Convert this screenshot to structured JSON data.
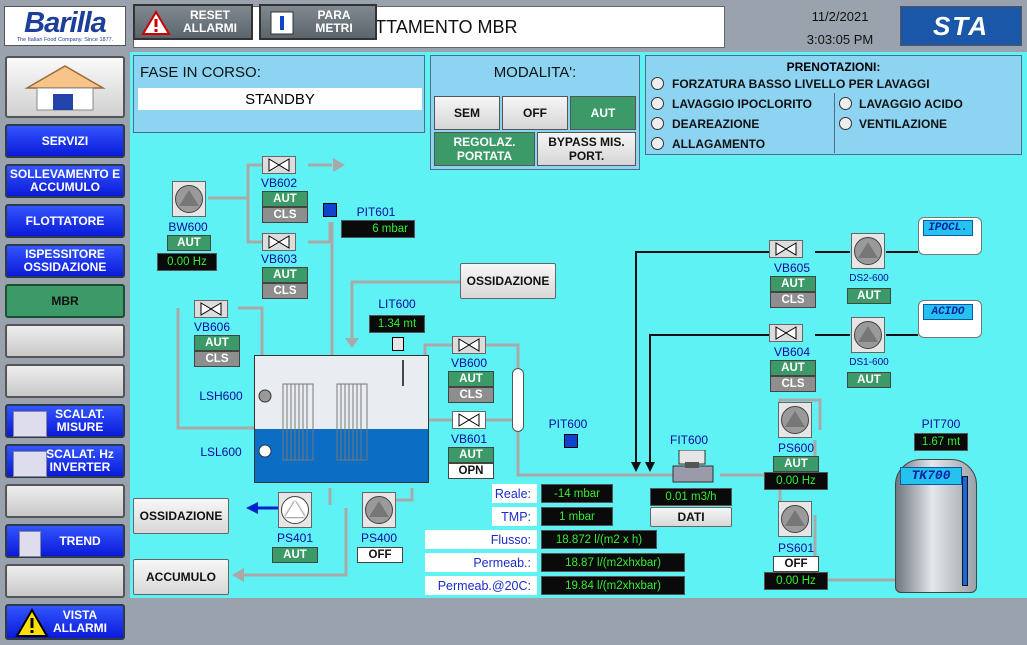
{
  "header": {
    "brand_name": "Barilla",
    "brand_sub": "The Italian Food Company. Since 1877.",
    "title": "TRATTAMENTO MBR",
    "date": "11/2/2021",
    "time": "3:03:05 PM",
    "logo": "STA"
  },
  "sidebar": {
    "items": [
      {
        "label": "SERVIZI"
      },
      {
        "label": "SOLLEVAMENTO E ACCUMULO"
      },
      {
        "label": "FLOTTATORE"
      },
      {
        "label": "ISPESSITORE OSSIDAZIONE"
      },
      {
        "label": "MBR"
      },
      {
        "label": ""
      },
      {
        "label": ""
      },
      {
        "label": "SCALAT. MISURE"
      },
      {
        "label": "SCALAT. Hz INVERTER"
      },
      {
        "label": ""
      },
      {
        "label": "TREND"
      },
      {
        "label": ""
      },
      {
        "label": "VISTA ALLARMI"
      }
    ]
  },
  "fase": {
    "title": "FASE IN CORSO:",
    "value": "STANDBY"
  },
  "modalita": {
    "title": "MODALITA':",
    "sem": "SEM",
    "off": "OFF",
    "aut": "AUT",
    "regolaz": "REGOLAZ. PORTATA",
    "bypass": "BYPASS MIS. PORT."
  },
  "prenotazioni": {
    "title": "PRENOTAZIONI:",
    "items": [
      "FORZATURA BASSO LIVELLO PER LAVAGGI",
      "LAVAGGIO IPOCLORITO",
      "DEAREAZIONE",
      "ALLAGAMENTO",
      "LAVAGGIO ACIDO",
      "VENTILAZIONE"
    ]
  },
  "equip": {
    "bw600": {
      "tag": "BW600",
      "state": "AUT",
      "hz": "0.00 Hz"
    },
    "vb602": {
      "tag": "VB602",
      "mode": "AUT",
      "pos": "CLS"
    },
    "vb603": {
      "tag": "VB603",
      "mode": "AUT",
      "pos": "CLS"
    },
    "pit601": {
      "tag": "PIT601",
      "value": "6 mbar"
    },
    "ossidazione_btn": "OSSIDAZIONE",
    "vb606": {
      "tag": "VB606",
      "mode": "AUT",
      "pos": "CLS"
    },
    "lit600": {
      "tag": "LIT600",
      "value": "1.34 mt"
    },
    "lsh600": "LSH600",
    "lsl600": "LSL600",
    "vb600": {
      "tag": "VB600",
      "mode": "AUT",
      "pos": "CLS"
    },
    "vb601": {
      "tag": "VB601",
      "mode": "AUT",
      "pos": "OPN"
    },
    "pit600": {
      "tag": "PIT600"
    },
    "fit600": {
      "tag": "FIT600",
      "value": "0.01 m3/h",
      "dati": "DATI"
    },
    "vb605": {
      "tag": "VB605",
      "mode": "AUT",
      "pos": "CLS"
    },
    "vb604": {
      "tag": "VB604",
      "mode": "AUT",
      "pos": "CLS"
    },
    "ds2600": {
      "tag": "DS2-600",
      "state": "AUT"
    },
    "ds1600": {
      "tag": "DS1-600",
      "state": "AUT"
    },
    "ipocl": "IPOCL.",
    "acido": "ACIDO",
    "ps600": {
      "tag": "PS600",
      "state": "AUT",
      "hz": "0.00 Hz"
    },
    "ps601": {
      "tag": "PS601",
      "state": "OFF",
      "hz": "0.00 Hz"
    },
    "pit700": {
      "tag": "PIT700",
      "value": "1.67 mt"
    },
    "tk700": "TK700",
    "ps401": {
      "tag": "PS401",
      "state": "AUT"
    },
    "ps400": {
      "tag": "PS400",
      "state": "OFF"
    },
    "ossidazione_out": "OSSIDAZIONE",
    "accumulo_out": "ACCUMULO"
  },
  "readings": [
    {
      "label": "Reale:",
      "value": "-14 mbar"
    },
    {
      "label": "TMP:",
      "value": "1 mbar"
    },
    {
      "label": "Flusso:",
      "value": "18.872 l/(m2 x h)"
    },
    {
      "label": "Permeab.:",
      "value": "18.87 l/(m2xhxbar)"
    },
    {
      "label": "Permeab.@20C:",
      "value": "19.84 l/(m2xhxbar)"
    }
  ],
  "footer": {
    "reset": "RESET ALLARMI",
    "param": "PARA METRI"
  },
  "colors": {
    "background": "#5ff2f5",
    "panel": "#8dd3f2",
    "nav": "#0a1ad8",
    "active": "#3b9a68"
  }
}
